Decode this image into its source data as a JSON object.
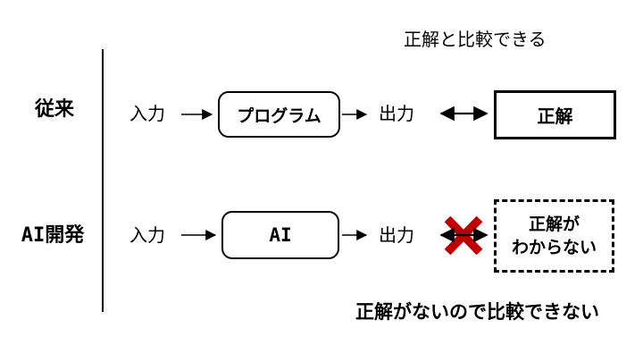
{
  "diagram": {
    "top_note": "正解と比較できる",
    "bottom_note": "正解がないので比較できない",
    "rows": [
      {
        "label": "従来",
        "input_label": "入力",
        "process_label": "プログラム",
        "output_label": "出力",
        "answer_label": "正解"
      },
      {
        "label": "AI開発",
        "input_label": "入力",
        "process_label": "AI",
        "output_label": "出力",
        "answer_label_line1": "正解が",
        "answer_label_line2": "わからない"
      }
    ],
    "icons": {
      "cross": "red-x-cross-icon"
    },
    "colors": {
      "line": "#000000",
      "cross_red": "#C00000",
      "background": "#FFFFFF"
    }
  }
}
